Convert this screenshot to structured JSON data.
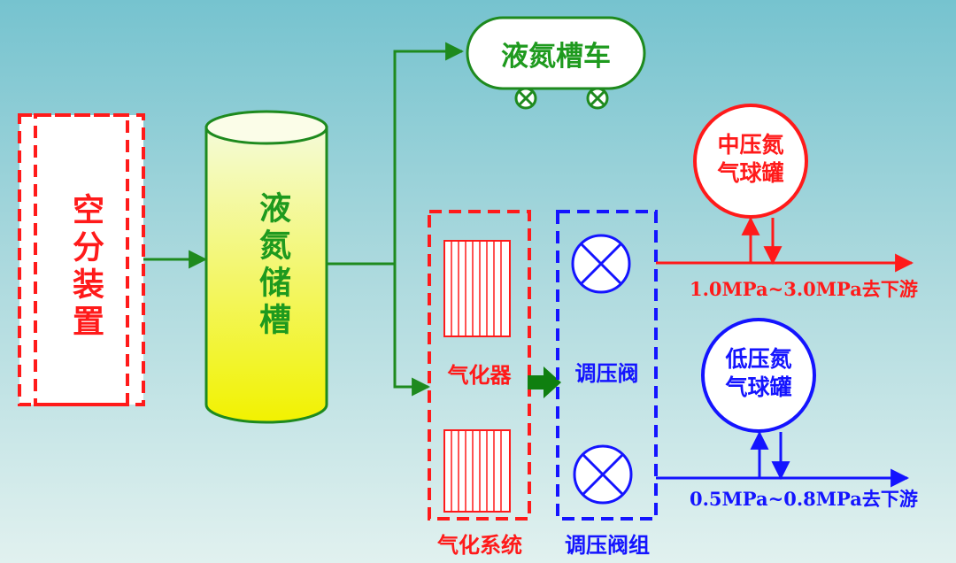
{
  "air_separation": {
    "label": "空分装置",
    "color": "#ff1a1a"
  },
  "storage_tank": {
    "label": "液氮储槽",
    "label_color": "#1e9a1e",
    "fill_top": "#f4fbd8",
    "fill_bottom": "#f2f200"
  },
  "tanker_truck": {
    "label": "液氮槽车"
  },
  "vaporizer": {
    "label": "气化器",
    "system_label": "气化系统",
    "color": "#ff1a1a"
  },
  "valve_group": {
    "label": "调压阀",
    "group_label": "调压阀组",
    "color": "#1414ff"
  },
  "medium_sphere": {
    "label_line1": "中压氮",
    "label_line2": "气球罐",
    "color": "#ff1a1a"
  },
  "low_sphere": {
    "label_line1": "低压氮",
    "label_line2": "气球罐",
    "color": "#1414ff"
  },
  "medium_outlet": {
    "label": "1.0MPa~3.0MPa去下游"
  },
  "low_outlet": {
    "label": "0.5MPa~0.8MPa去下游"
  },
  "colors": {
    "flow_line": "#1e8a1e",
    "red": "#ff1a1a",
    "blue": "#1414ff",
    "green": "#1e9a1e"
  }
}
